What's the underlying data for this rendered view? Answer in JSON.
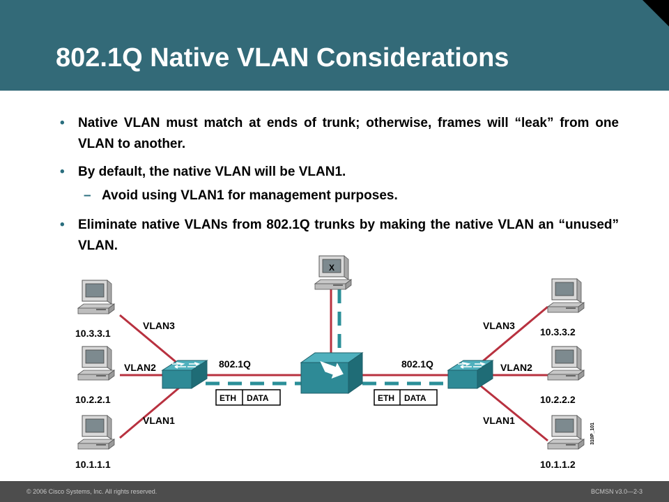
{
  "slide": {
    "title": "802.1Q Native VLAN Considerations",
    "bullets": [
      "Native VLAN must match at ends of trunk; otherwise, frames will “leak” from one VLAN to another.",
      "By default, the native VLAN will be VLAN1.",
      "Eliminate native VLANs from 802.1Q trunks by making the native VLAN an “unused” VLAN."
    ],
    "bullet_marker": "•",
    "sub_marker": "–",
    "sub_bullet": "Avoid using VLAN1 for management purposes."
  },
  "diagram": {
    "left_hosts": [
      "10.3.3.1",
      "10.2.2.1",
      "10.1.1.1"
    ],
    "right_hosts": [
      "10.3.3.2",
      "10.2.2.2",
      "10.1.1.2"
    ],
    "left_vlans": [
      "VLAN3",
      "VLAN2",
      "VLAN1"
    ],
    "right_vlans": [
      "VLAN3",
      "VLAN2",
      "VLAN1"
    ],
    "trunk_left": "802.1Q",
    "trunk_right": "802.1Q",
    "frame_left": {
      "eth": "ETH",
      "data": "DATA"
    },
    "frame_right": {
      "eth": "ETH",
      "data": "DATA"
    },
    "top_host_mark": "X",
    "figure_id": "310P_101",
    "colors": {
      "link": "#b8313f",
      "dashed": "#2b8f98",
      "device": "#2e8a96",
      "header": "#336a78"
    },
    "icons": [
      "workstation-icon",
      "switch-icon",
      "router-icon"
    ]
  },
  "footer": {
    "copyright": "© 2006 Cisco Systems, Inc. All rights reserved.",
    "course": "BCMSN v3.0—2-3"
  }
}
